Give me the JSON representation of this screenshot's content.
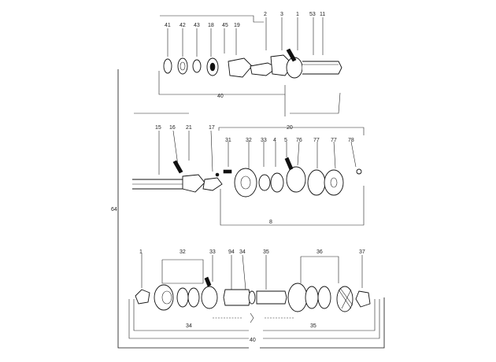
{
  "labels": {
    "top": [
      "41",
      "42",
      "43",
      "18",
      "45",
      "19",
      "2",
      "3",
      "1",
      "53",
      "11"
    ],
    "top_group": "40",
    "mid": [
      "15",
      "16",
      "21",
      "17",
      "31",
      "32",
      "33",
      "4",
      "5",
      "76",
      "77",
      "77",
      "78"
    ],
    "mid_header": "20",
    "mid_bottom": "8",
    "bottom": [
      "1",
      "32",
      "33",
      "94",
      "34",
      "35",
      "36",
      "37"
    ],
    "bottom_sub_left": "34",
    "bottom_sub_right": "35",
    "bottom_group": "40",
    "left_group": "64"
  }
}
